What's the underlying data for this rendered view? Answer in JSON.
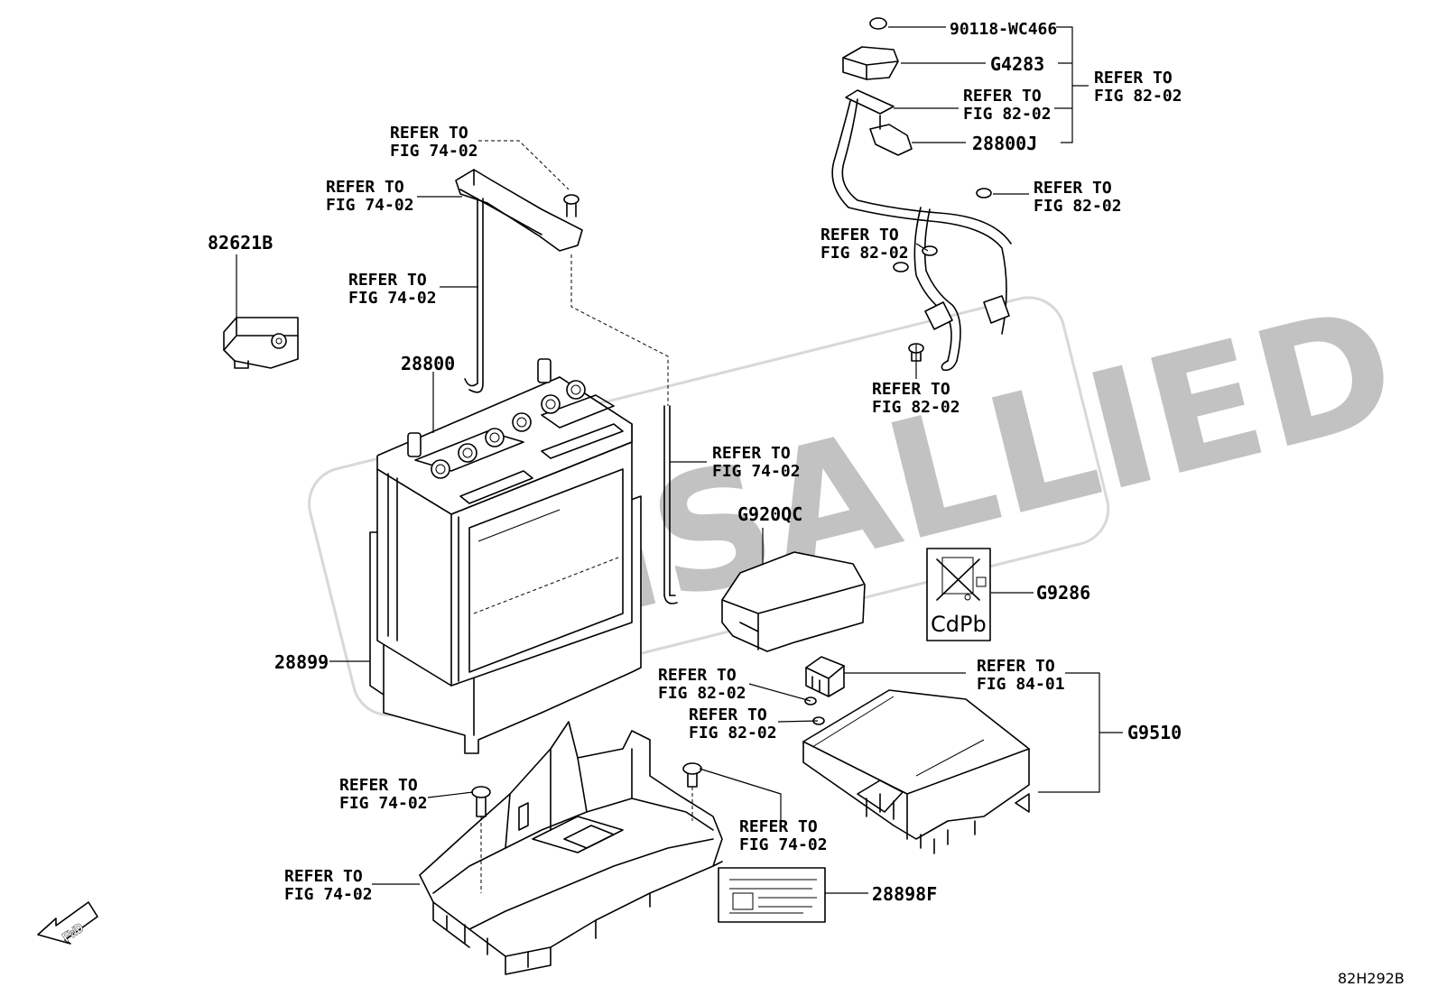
{
  "labels": {
    "part_90118": "90118-WC466",
    "part_g4283": "G4283",
    "part_28800j": "28800J",
    "part_82621b": "82621B",
    "part_28800": "28800",
    "part_g920qc": "G920QC",
    "part_g9286": "G9286",
    "part_28899": "28899",
    "part_g9510": "G9510",
    "part_28898f": "28898F",
    "ref_line1": "REFER TO",
    "ref_fig_74_02": "FIG 74-02",
    "ref_fig_82_02": "FIG 82-02",
    "ref_fig_84_01": "FIG 84-01",
    "diagram_code": "82H292B",
    "fwd": "FWD",
    "recycle_label": "CdPb"
  },
  "watermark": {
    "text": "AMSALLIED",
    "color": "#b8b8b8"
  }
}
